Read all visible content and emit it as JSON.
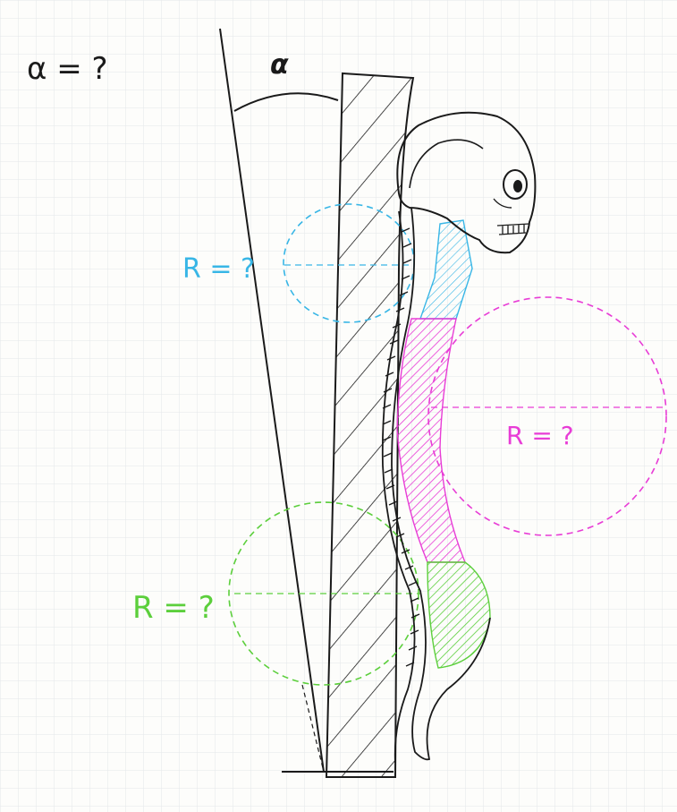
{
  "labels": {
    "alpha_question": "α = ?",
    "alpha_symbol": "α",
    "radius_cervical": "R = ?",
    "radius_thoracic": "R = ?",
    "radius_lumbar": "R = ?"
  },
  "colors": {
    "ink": "#1a1a1a",
    "cervical": "#38b6e6",
    "thoracic": "#e83cd6",
    "lumbar": "#5ccf3c",
    "grid": "#e3e6ea",
    "paper": "#fdfdfb"
  },
  "icons": {
    "skull": "skull-icon"
  }
}
